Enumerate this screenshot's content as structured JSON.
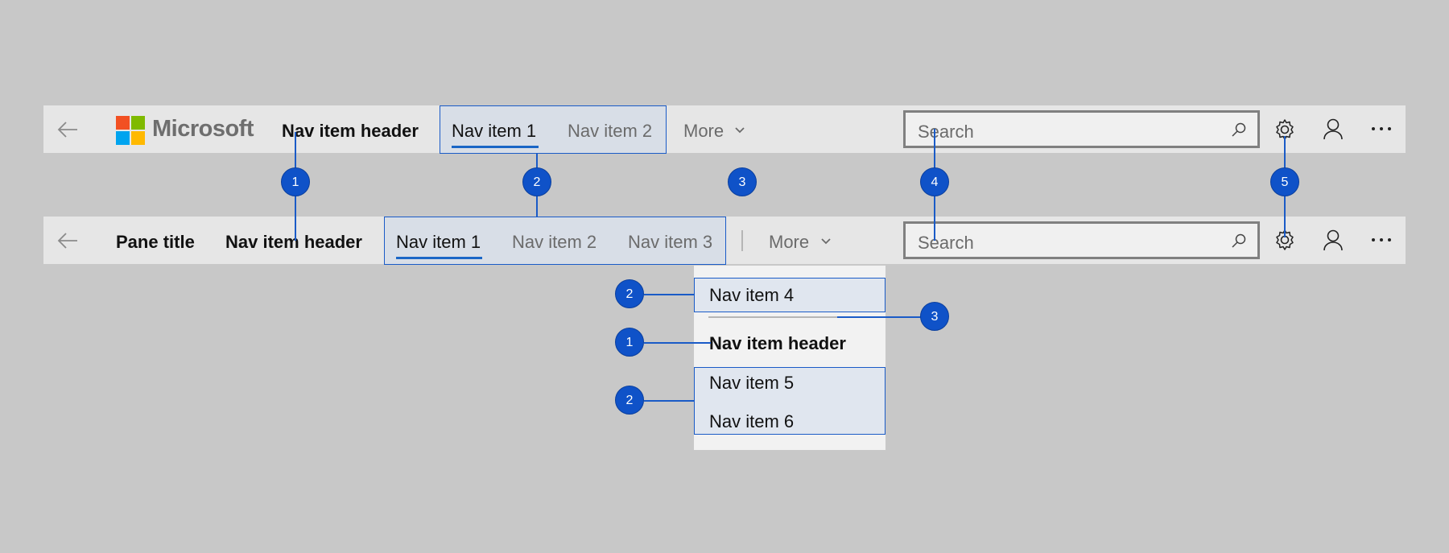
{
  "bar1": {
    "logo_text": "Microsoft",
    "header": "Nav item header",
    "items": [
      "Nav item 1",
      "Nav item 2"
    ],
    "more": "More",
    "search_placeholder": "Search"
  },
  "bar2": {
    "pane_title": "Pane title",
    "header": "Nav item header",
    "items": [
      "Nav item 1",
      "Nav item 2",
      "Nav item 3"
    ],
    "more": "More",
    "search_placeholder": "Search"
  },
  "dropdown": {
    "item4": "Nav item 4",
    "header": "Nav item header",
    "item5": "Nav item 5",
    "item6": "Nav item 6"
  },
  "callouts": {
    "top": [
      "1",
      "2",
      "3",
      "4",
      "5"
    ],
    "menu": [
      "2",
      "3",
      "1",
      "2"
    ]
  },
  "icons": {
    "back": "back-arrow-icon",
    "search": "search-icon",
    "settings": "gear-icon",
    "account": "person-icon",
    "overflow": "ellipsis-icon",
    "chevron": "chevron-down-icon",
    "logo": "microsoft-logo"
  },
  "colors": {
    "accent": "#1a66c6",
    "callout": "#0f52c8",
    "bar": "#e6e6e6",
    "background": "#c8c8c8"
  }
}
